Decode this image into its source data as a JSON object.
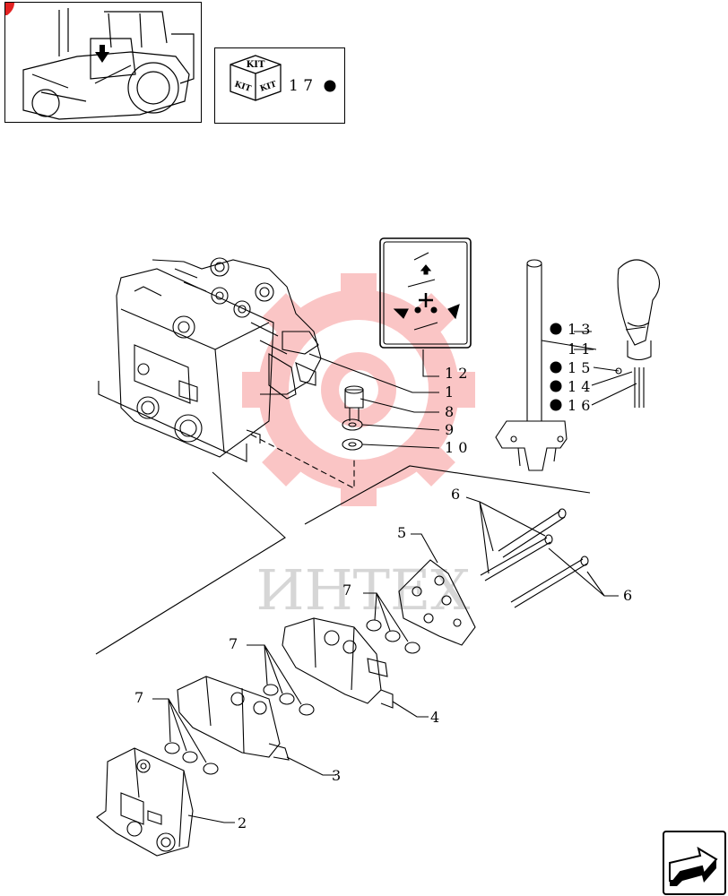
{
  "header": {
    "kit_label_top": "KIT",
    "kit_label_left": "KIT",
    "kit_label_right": "KIT",
    "kit_reference": "1 7"
  },
  "watermark": {
    "text": "ИНТЕХ",
    "color": "#f25c5c"
  },
  "callouts": {
    "c1": "1",
    "c2": "2",
    "c3": "3",
    "c4": "4",
    "c5": "5",
    "c6a": "6",
    "c6b": "6",
    "c7a": "7",
    "c7b": "7",
    "c7c": "7",
    "c8": "8",
    "c9": "9",
    "c10": "1 0",
    "c11": "1 1",
    "c12": "1 2",
    "c13": "1 3",
    "c14": "1 4",
    "c15": "1 5",
    "c16": "1 6"
  },
  "kit_marked_items": [
    "1 3",
    "1 5",
    "1 4",
    "1 6"
  ],
  "icons": {
    "kit_cube": "kit-cube-icon",
    "kit_dot": "filled-circle-icon",
    "next_page": "next-page-arrow-icon"
  }
}
